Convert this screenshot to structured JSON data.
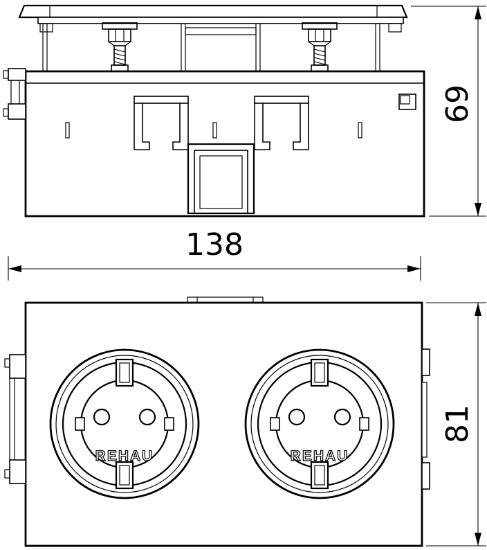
{
  "drawing": {
    "type": "dimensioned technical drawing, double socket outlet",
    "line_color": "#000000",
    "background": "#ffffff",
    "front": {
      "socket_brand": "REHAU"
    },
    "dimensions": {
      "width_mm": "138",
      "side_height_mm": "69",
      "front_height_mm": "81"
    }
  }
}
